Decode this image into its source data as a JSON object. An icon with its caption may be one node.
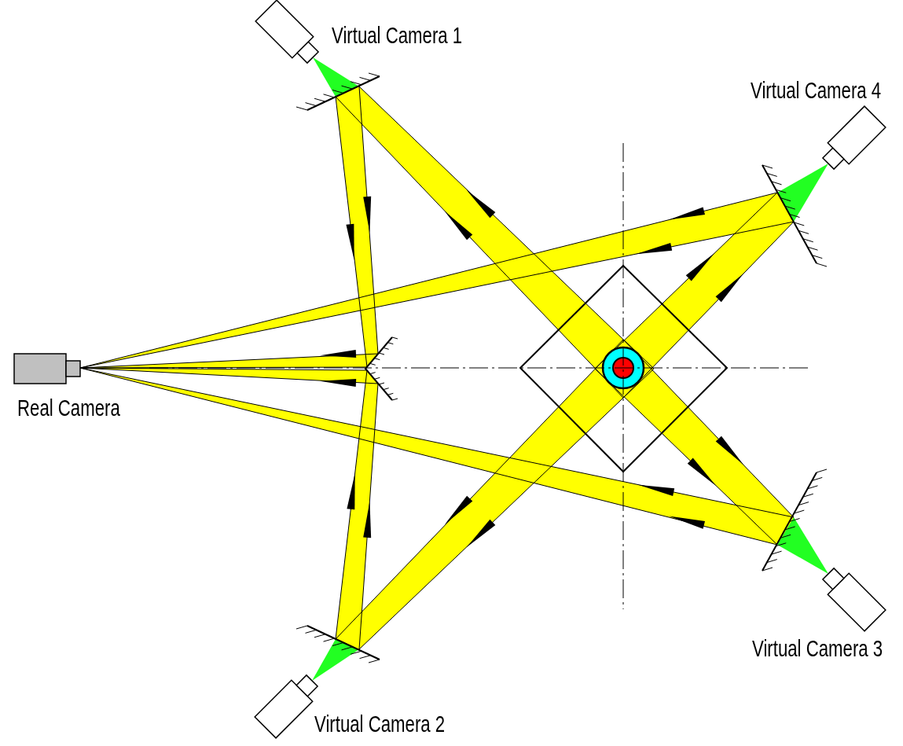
{
  "diagram": {
    "labels": [
      "Virtual Camera 1",
      "Virtual Camera 4",
      "Real Camera",
      "Virtual Camera 3",
      "Virtual Camera 2"
    ]
  }
}
